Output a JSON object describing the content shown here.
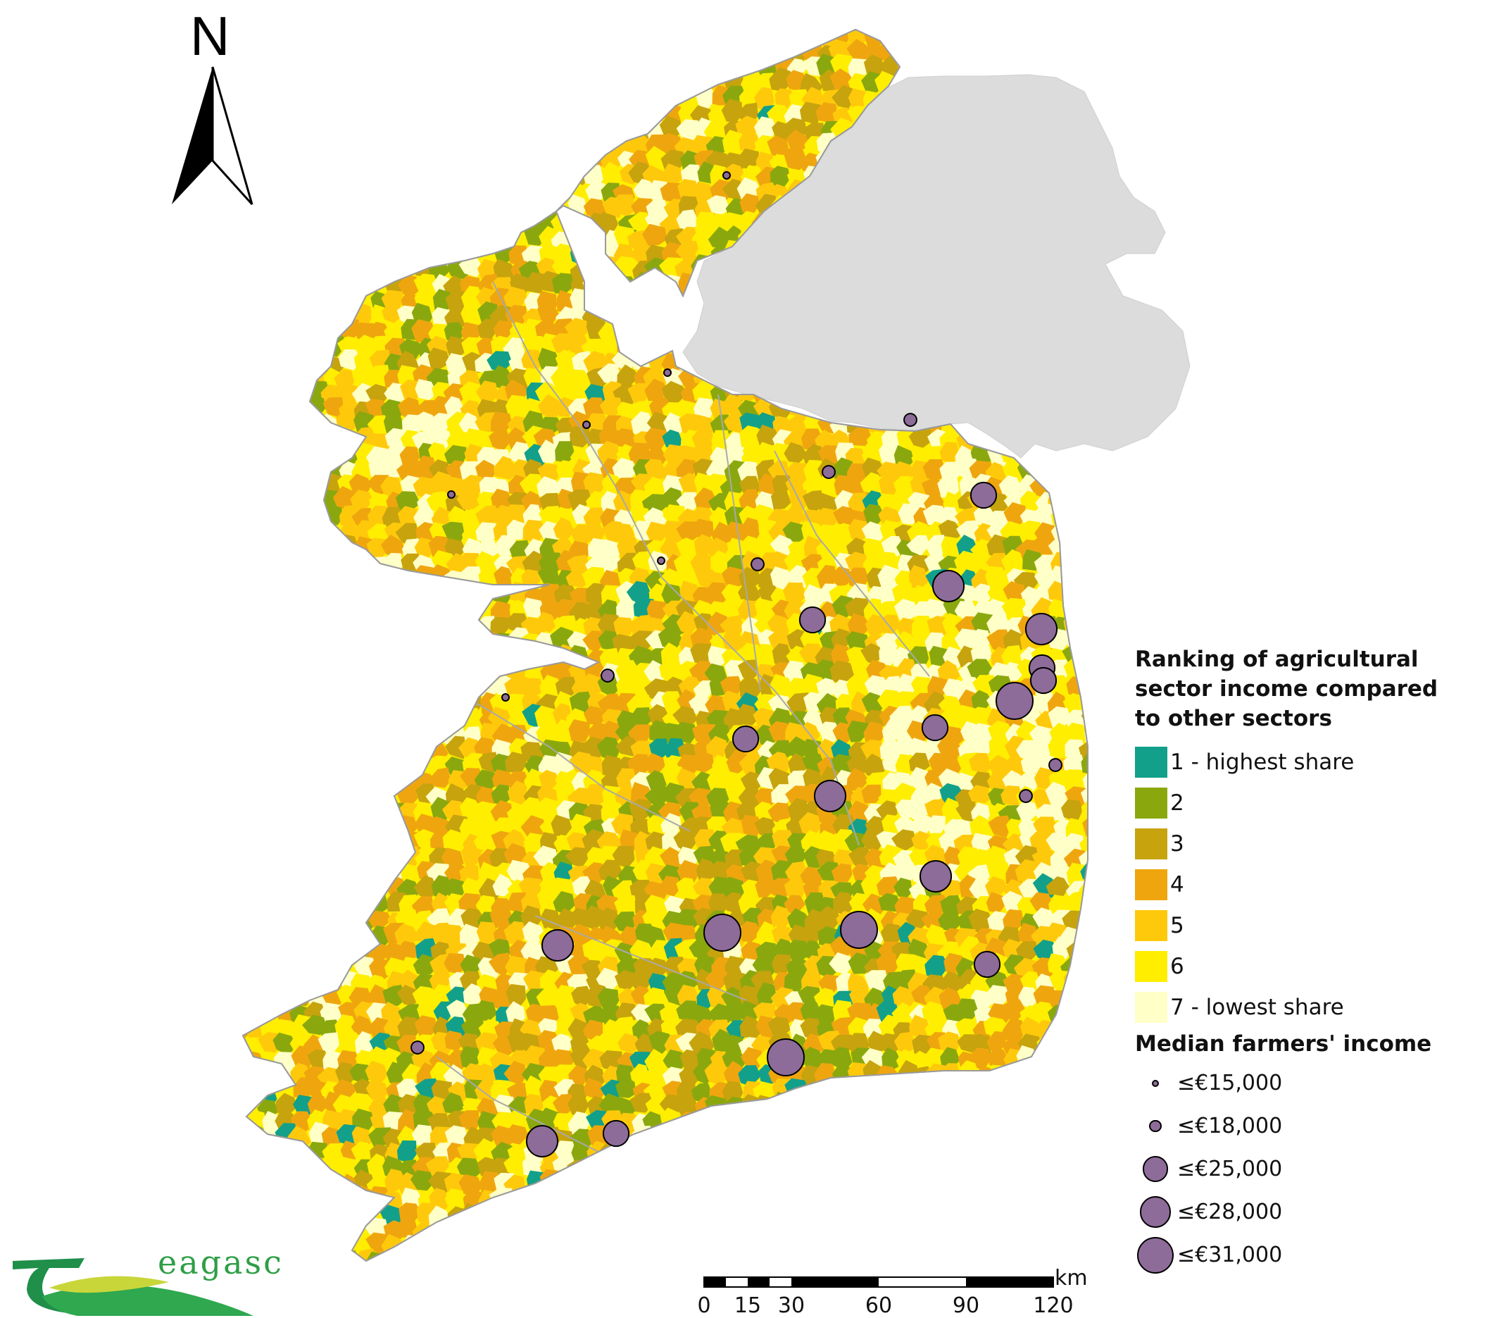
{
  "north_arrow": {
    "letter": "N"
  },
  "legend": {
    "ranking_title": "Ranking of agricultural sector income compared to other sectors",
    "ranking_items": [
      {
        "label": "1 - highest share",
        "color": "#12a08a"
      },
      {
        "label": "2",
        "color": "#8aa80e"
      },
      {
        "label": "3",
        "color": "#c7a30e"
      },
      {
        "label": "4",
        "color": "#efa60e"
      },
      {
        "label": "5",
        "color": "#ffc90b"
      },
      {
        "label": "6",
        "color": "#ffee00"
      },
      {
        "label": "7 - lowest share",
        "color": "#ffffc8"
      }
    ],
    "income_title": "Median farmers' income",
    "income_items": [
      {
        "label": "≤€15,000",
        "level": 15000
      },
      {
        "label": "≤€18,000",
        "level": 18000
      },
      {
        "label": "≤€25,000",
        "level": 25000
      },
      {
        "label": "≤€28,000",
        "level": 28000
      },
      {
        "label": "≤€31,000",
        "level": 31000
      }
    ]
  },
  "scale_bar": {
    "unit": "km",
    "ticks": [
      "0",
      "15",
      "30",
      "60",
      "90",
      "120"
    ],
    "tick_values": [
      0,
      15,
      30,
      60,
      90,
      120
    ]
  },
  "logo": {
    "text": "eagasc"
  },
  "colors": {
    "northern_ireland": "#dcdcdc",
    "circle_fill": "#8e6c99",
    "boundary": "#aaaaaa"
  }
}
